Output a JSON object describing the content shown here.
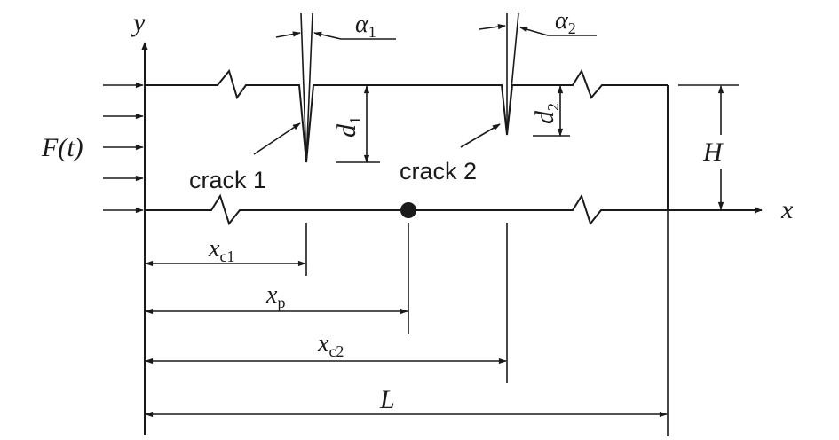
{
  "axes": {
    "y": "y",
    "x": "x"
  },
  "load": {
    "label": "F(t)"
  },
  "cracks": [
    {
      "label": "crack 1",
      "angle_symbol": "α",
      "angle_sub": "1",
      "depth_symbol": "d",
      "depth_sub": "1"
    },
    {
      "label": "crack 2",
      "angle_symbol": "α",
      "angle_sub": "2",
      "depth_symbol": "d",
      "depth_sub": "2"
    }
  ],
  "height": {
    "label": "H"
  },
  "dimensions": {
    "xc1": {
      "symbol": "x",
      "sub": "c1"
    },
    "xp": {
      "symbol": "x",
      "sub": "p"
    },
    "xc2": {
      "symbol": "x",
      "sub": "c2"
    },
    "L": {
      "symbol": "L"
    }
  }
}
